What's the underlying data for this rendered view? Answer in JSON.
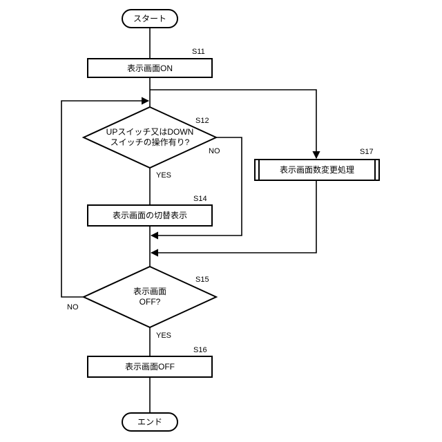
{
  "nodes": {
    "start": {
      "label": "スタート"
    },
    "s11": {
      "step": "S11",
      "label": "表示画面ON"
    },
    "s12": {
      "step": "S12",
      "line1": "UPスイッチ又はDOWN",
      "line2": "スイッチの操作有り?"
    },
    "s14": {
      "step": "S14",
      "label": "表示画面の切替表示"
    },
    "s15": {
      "step": "S15",
      "line1": "表示画面",
      "line2": "OFF?"
    },
    "s16": {
      "step": "S16",
      "label": "表示画面OFF"
    },
    "s17": {
      "step": "S17",
      "label": "表示画面数変更処理"
    },
    "end": {
      "label": "エンド"
    }
  },
  "branches": {
    "s12_yes": "YES",
    "s12_no": "NO",
    "s15_yes": "YES",
    "s15_no": "NO"
  },
  "colors": {
    "stroke": "#000000",
    "fill": "#ffffff"
  }
}
